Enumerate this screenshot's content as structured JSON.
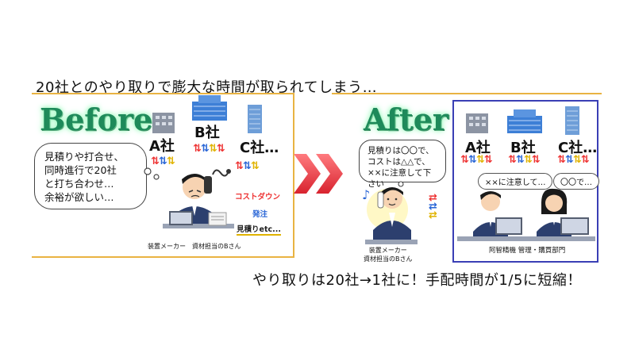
{
  "headline": "20社とのやり取りで膨大な時間が取られてしまう…",
  "before": {
    "title": "Before",
    "bubble_lines": [
      "見積りや打合せ、",
      "同時進行で20社",
      "と打ち合わせ…",
      "余裕が欲しい…"
    ],
    "companies": [
      "A社",
      "B社",
      "C社…"
    ],
    "tasks": [
      "コストダウン",
      "発注",
      "見積りetc..."
    ],
    "caption": "装置メーカー　資材担当のBさん"
  },
  "after": {
    "title": "After",
    "bubble_lines": [
      "見積りは〇〇で、",
      "コストは△△で、",
      "××に注意して下さい"
    ],
    "caption_lines": [
      "装置メーカー",
      "資材担当のBさん"
    ],
    "companies": [
      "A社",
      "B社",
      "C社…"
    ],
    "staff_bubbles": [
      "××に注意して…",
      "〇〇で…"
    ],
    "dept_caption": "阿智精機 管理・購買部門"
  },
  "footer": "やり取りは20社→1社に！手配時間が1/5に短縮！",
  "colors": {
    "frame": "#e9b342",
    "panel_border": "#3a3fb5",
    "title_green": "#1e8a5a",
    "chevron": "#e8414b"
  }
}
